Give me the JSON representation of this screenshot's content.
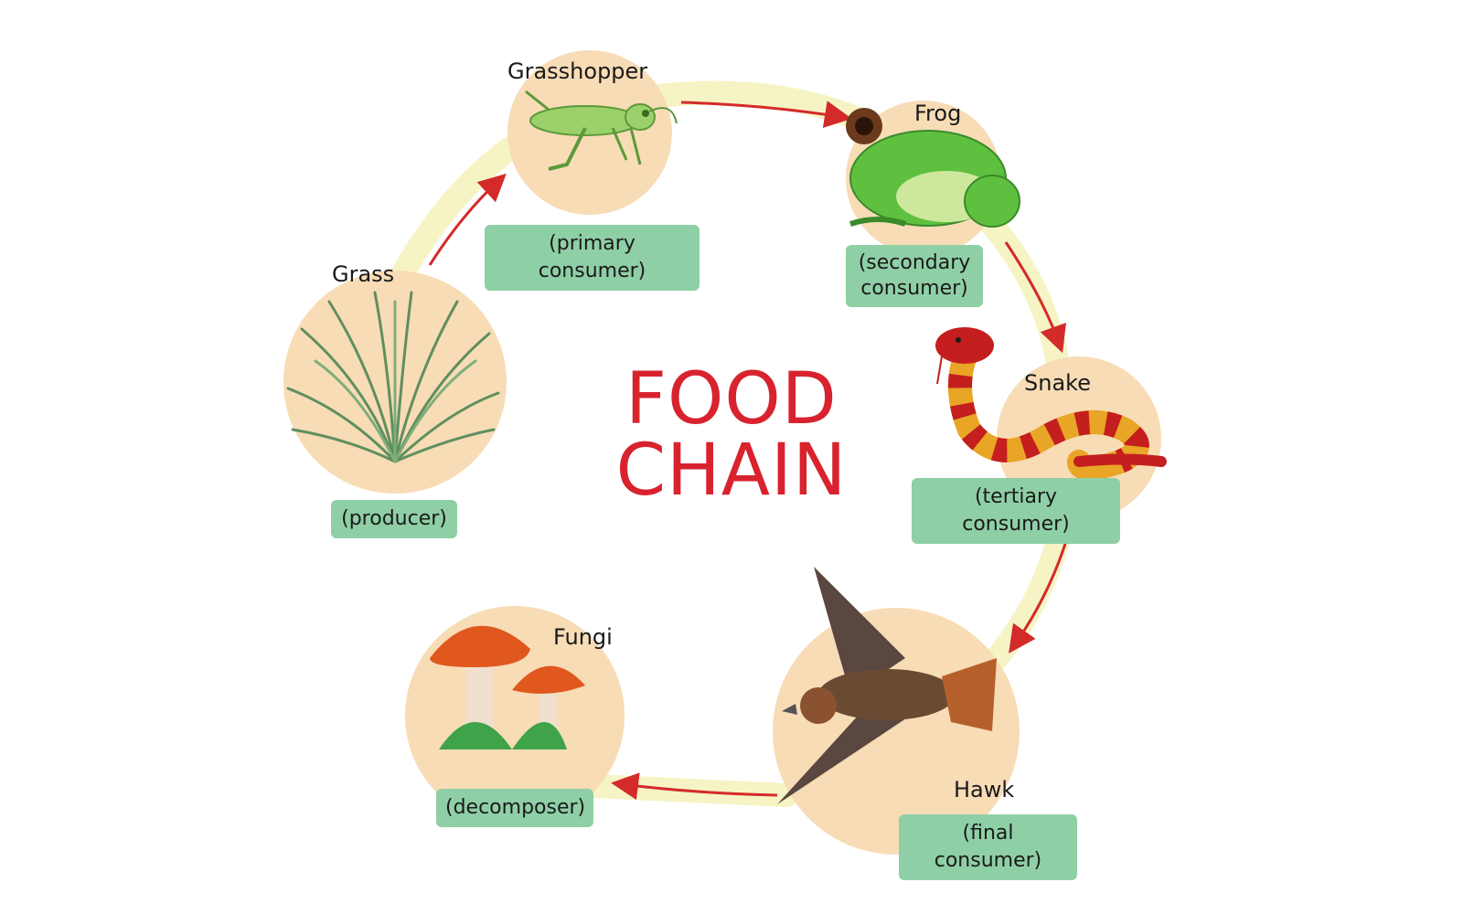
{
  "title": {
    "line1": "FOOD",
    "line2": "CHAIN",
    "color": "#d8232f"
  },
  "colors": {
    "circle_fill": "#f8dcb6",
    "ring": "#f6f4c4",
    "arrow": "#d42a2a",
    "role_bg": "#8fcfa6"
  },
  "nodes": [
    {
      "id": "grass",
      "name": "Grass",
      "role": "(producer)",
      "icon": "grass-icon"
    },
    {
      "id": "grasshopper",
      "name": "Grasshopper",
      "role": "(primary consumer)",
      "icon": "grasshopper-icon"
    },
    {
      "id": "frog",
      "name": "Frog",
      "role_line1": "(secondary",
      "role_line2": "consumer)",
      "icon": "frog-icon"
    },
    {
      "id": "snake",
      "name": "Snake",
      "role": "(tertiary consumer)",
      "icon": "snake-icon"
    },
    {
      "id": "hawk",
      "name": "Hawk",
      "role": "(final consumer)",
      "icon": "hawk-icon"
    },
    {
      "id": "fungi",
      "name": "Fungi",
      "role": "(decomposer)",
      "icon": "mushroom-icon"
    }
  ]
}
